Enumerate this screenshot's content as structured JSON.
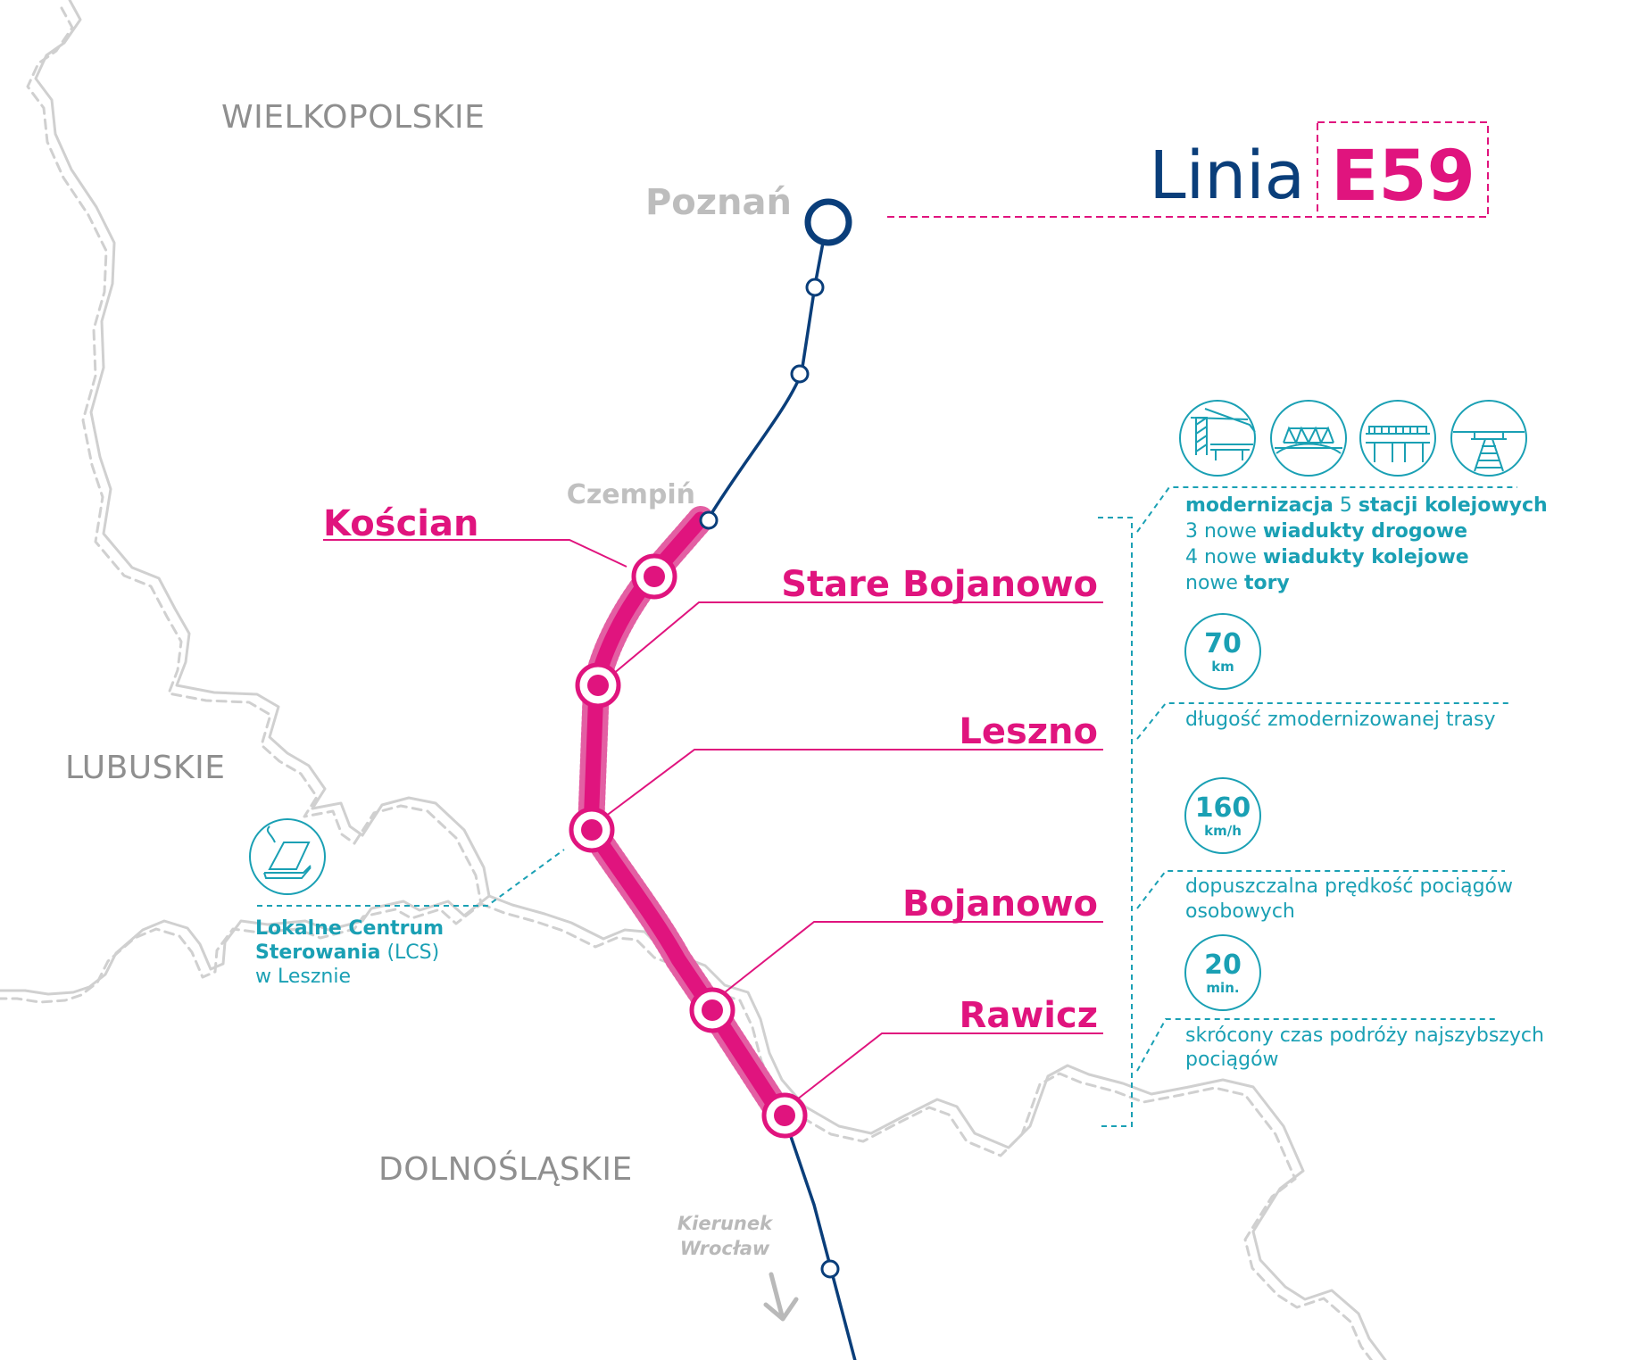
{
  "title": {
    "prefix": "Linia",
    "code": "E59"
  },
  "regions": {
    "wielkopolskie": "WIELKOPOLSKIE",
    "lubuskie": "LUBUSKIE",
    "dolnoslaskie": "DOLNOŚLĄSKIE"
  },
  "cities": {
    "poznan": "Poznań",
    "czempin": "Czempiń"
  },
  "stations": [
    "Kościan",
    "Stare Bojanowo",
    "Leszno",
    "Bojanowo",
    "Rawicz"
  ],
  "direction": {
    "line1": "Kierunek",
    "line2": "Wrocław"
  },
  "lcs": {
    "line1": "Lokalne Centrum",
    "line2_bold": "Sterowania",
    "line2_rest": " (LCS)",
    "line3": "w Lesznie"
  },
  "scope": {
    "l1_b1": "modernizacja",
    "l1_r1": " 5 ",
    "l1_b2": "stacji kolejowych",
    "l2_r1": "3 nowe ",
    "l2_b1": "wiadukty drogowe",
    "l3_r1": "4 nowe ",
    "l3_b1": "wiadukty kolejowe",
    "l4_r1": "nowe ",
    "l4_b1": "tory"
  },
  "stats": [
    {
      "value": "70",
      "unit": "km",
      "desc_lines": [
        "długość zmodernizowanej trasy"
      ]
    },
    {
      "value": "160",
      "unit": "km/h",
      "desc_lines": [
        "dopuszczalna prędkość pociągów",
        "osobowych"
      ]
    },
    {
      "value": "20",
      "unit": "min.",
      "desc_lines": [
        "skrócony czas podróży najszybszych",
        "pociągów"
      ]
    }
  ],
  "icons": [
    "crane-viaduct-icon",
    "truss-bridge-icon",
    "girder-bridge-icon",
    "track-overpass-icon",
    "control-desk-icon",
    "arrow-down-icon"
  ],
  "colors": {
    "pink": "#e0147e",
    "navy": "#0a3e7a",
    "teal": "#1aa0b4",
    "border_grey": "#cfcfcf",
    "label_grey": "#8f8f8f"
  }
}
